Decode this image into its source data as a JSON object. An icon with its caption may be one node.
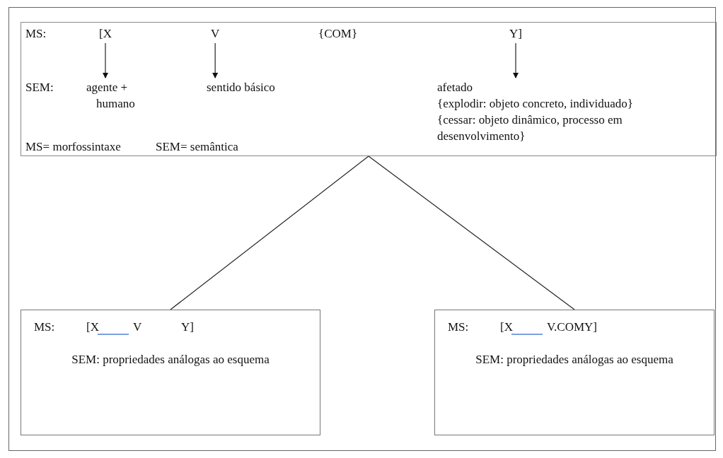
{
  "diagram": {
    "nodes": [
      {
        "text": [],
        "shape": "box"
      },
      {
        "text": [],
        "shape": "box",
        "in": 0
      },
      {
        "text": [
          "[X"
        ],
        "in": 1
      },
      {
        "text": [
          "V"
        ],
        "in": 1
      },
      {
        "text": [
          "{COM}"
        ],
        "in": 1
      },
      {
        "text": [
          "Y]"
        ],
        "in": 1
      },
      {
        "text": [
          "agente + humano"
        ],
        "in": 1
      },
      {
        "text": [
          "sentido básico"
        ],
        "in": 1
      },
      {
        "text": [
          "afetado",
          "{explodir: objeto concreto, individuado}",
          "{cessar: objeto dinâmico, processo em desenvolvimento}"
        ],
        "in": 1
      },
      {
        "text": [
          "MS:",
          "[X",
          "V",
          "Y]",
          "SEM: propriedades análogas ao esquema"
        ],
        "in": 0
      },
      {
        "text": [
          "MS:",
          "[X",
          "V.COMY]",
          "SEM: propriedades análogas ao esquema"
        ],
        "in": 0
      }
    ],
    "edges": [
      {
        "from": 2,
        "to": 6,
        "arrow": "to"
      },
      {
        "from": 3,
        "to": 7,
        "arrow": "to"
      },
      {
        "from": 5,
        "to": 8,
        "arrow": "to"
      },
      {
        "from": 1,
        "to": 9,
        "arrow": "none"
      },
      {
        "from": 1,
        "to": 10,
        "arrow": "none"
      }
    ],
    "labels": [
      "MS:",
      "SEM:",
      "MS= morfossintaxe",
      "SEM= semântica"
    ]
  }
}
